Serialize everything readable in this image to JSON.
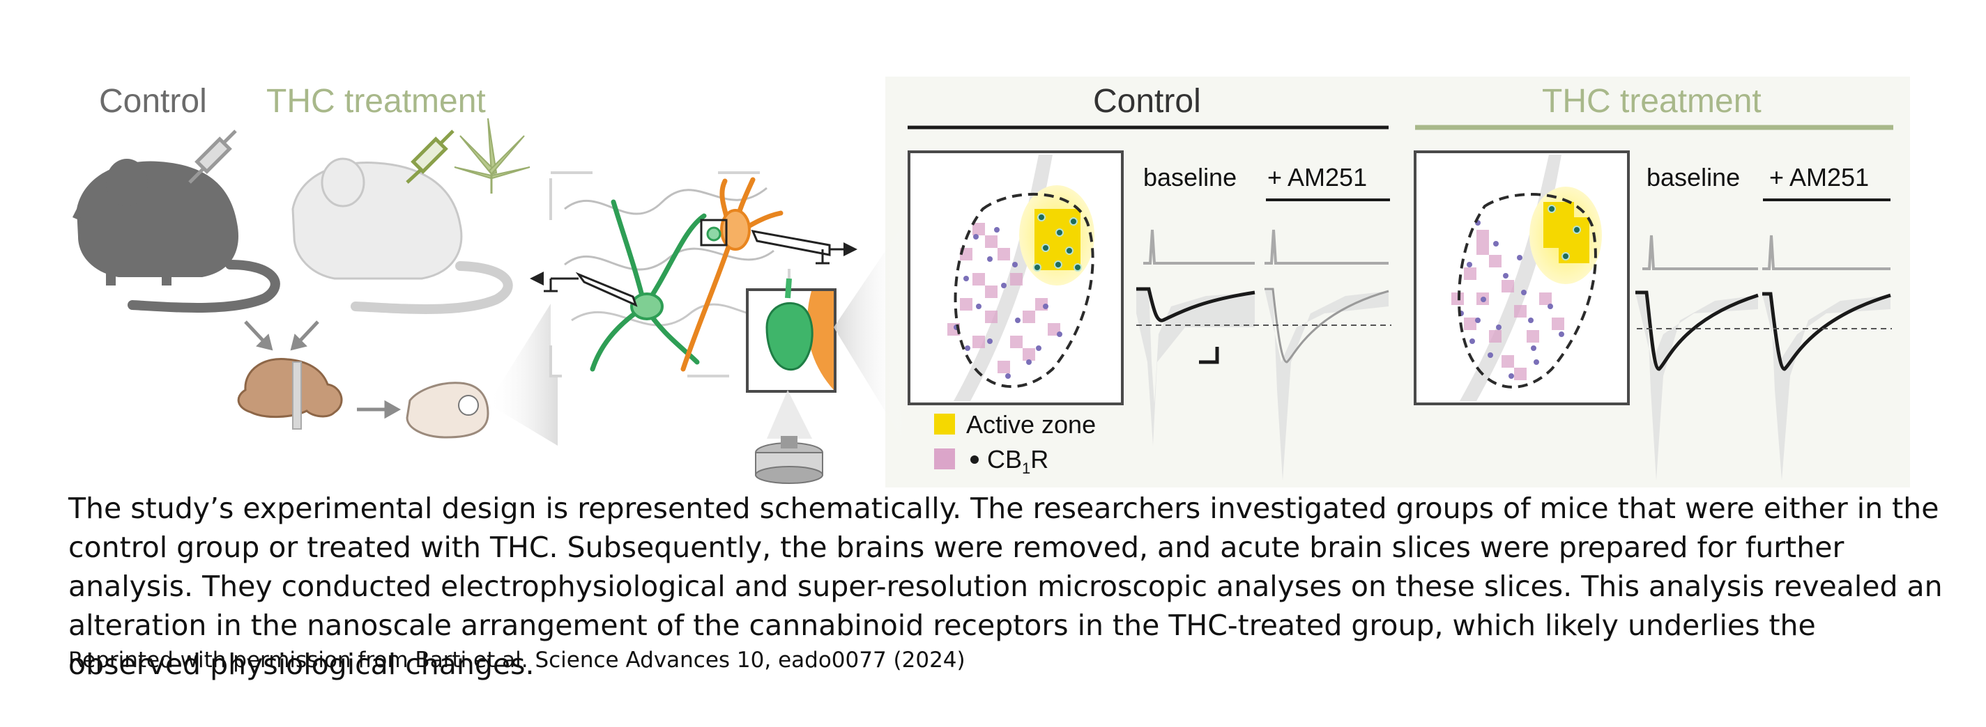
{
  "figure": {
    "left_labels": {
      "control": "Control",
      "thc": "THC treatment"
    },
    "right_headers": {
      "control": "Control",
      "thc": "THC treatment"
    },
    "trace_headers": {
      "baseline": "baseline",
      "am251": "+ AM251"
    },
    "legend": {
      "active_zone": "Active zone",
      "cb1r_main": "CB",
      "cb1r_sub": "1",
      "cb1r_tail": "R"
    },
    "colors": {
      "control_gray": "#6b6b6b",
      "thc_green": "#a8b88a",
      "yellow": "#f5d800",
      "pink": "#d9a3c8",
      "neuron_green": "#2e9e55",
      "neuron_orange": "#e8851f"
    }
  },
  "caption": {
    "text": "The study’s experimental design is represented schematically. The researchers investigated groups of mice that were either in the control group or treated with THC. Subsequently, the brains were removed, and acute brain slices were prepared for further analysis. They conducted electrophysiological and super-resolution microscopic analyses on these slices. This analysis revealed an alteration in the nanoscale arrangement of the cannabinoid receptors in the THC-treated group, which likely underlies the observed physiological changes.",
    "credit": "Reprinted with permission from Barti et al. Science Advances 10, eado0077 (2024)"
  }
}
